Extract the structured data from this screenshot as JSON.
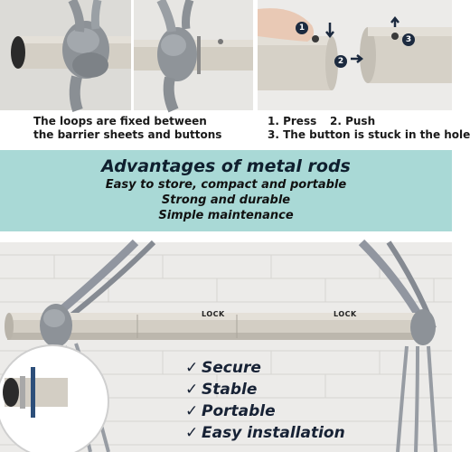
{
  "captions": {
    "loops_line1": "The loops are fixed between",
    "loops_line2": "the barrier sheets and buttons",
    "steps_line1_a": "1. Press",
    "steps_line1_b": "2. Push",
    "steps_line2": "3. The button is stuck in the hole"
  },
  "step_badges": [
    "1",
    "2",
    "3"
  ],
  "advantages": {
    "title": "Advantages of metal rods",
    "items": [
      "Easy to store, compact and portable",
      "Strong and durable",
      "Simple maintenance"
    ]
  },
  "rod_labels": [
    "LOCK",
    "LOCK"
  ],
  "features": [
    "Secure",
    "Stable",
    "Portable",
    "Easy installation"
  ],
  "colors": {
    "band": "#a9d9d6",
    "navy": "#1c2a3f",
    "rod": "#d3cec4",
    "rope": "#8f9499"
  }
}
